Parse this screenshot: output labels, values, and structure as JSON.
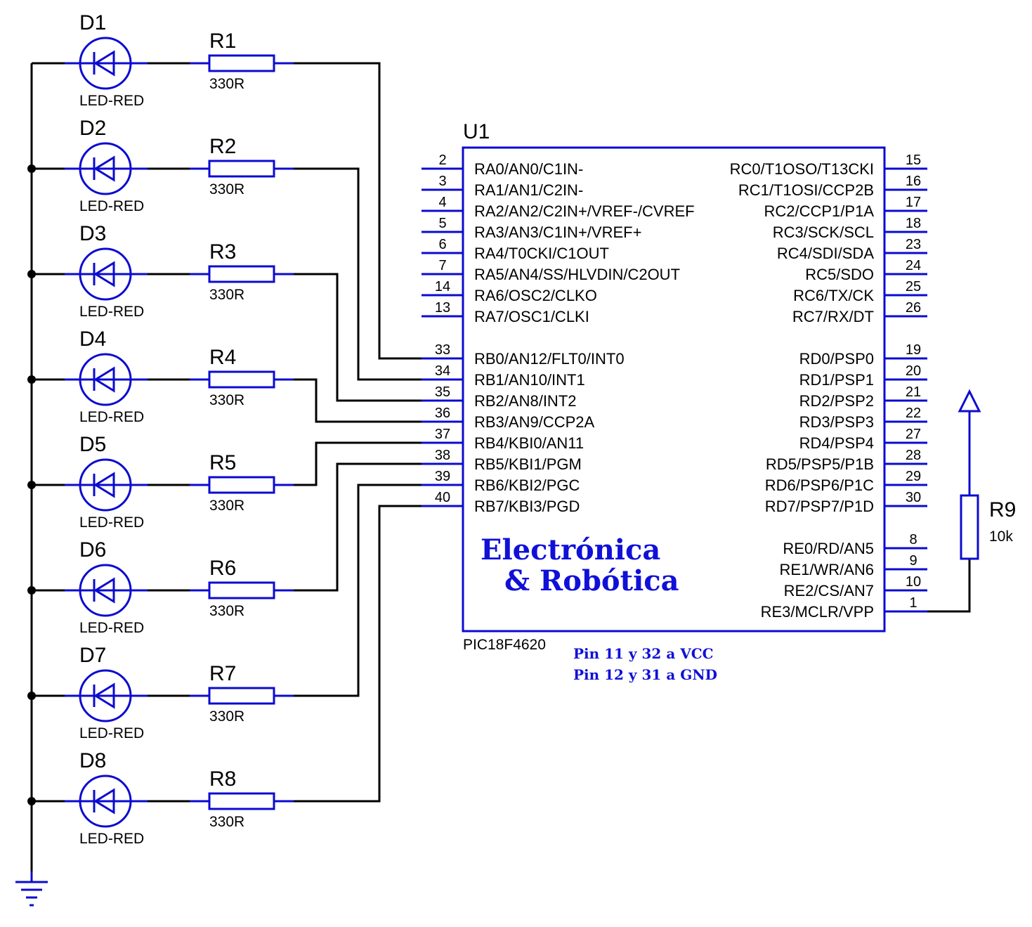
{
  "diagram": {
    "leds": [
      {
        "ref": "D1",
        "value": "LED-RED"
      },
      {
        "ref": "D2",
        "value": "LED-RED"
      },
      {
        "ref": "D3",
        "value": "LED-RED"
      },
      {
        "ref": "D4",
        "value": "LED-RED"
      },
      {
        "ref": "D5",
        "value": "LED-RED"
      },
      {
        "ref": "D6",
        "value": "LED-RED"
      },
      {
        "ref": "D7",
        "value": "LED-RED"
      },
      {
        "ref": "D8",
        "value": "LED-RED"
      }
    ],
    "resistors": [
      {
        "ref": "R1",
        "value": "330R"
      },
      {
        "ref": "R2",
        "value": "330R"
      },
      {
        "ref": "R3",
        "value": "330R"
      },
      {
        "ref": "R4",
        "value": "330R"
      },
      {
        "ref": "R5",
        "value": "330R"
      },
      {
        "ref": "R6",
        "value": "330R"
      },
      {
        "ref": "R7",
        "value": "330R"
      },
      {
        "ref": "R8",
        "value": "330R"
      }
    ],
    "pullup": {
      "ref": "R9",
      "value": "10k"
    },
    "mcu": {
      "ref": "U1",
      "part": "PIC18F4620",
      "left_pins": [
        {
          "num": "2",
          "name": "RA0/AN0/C1IN-"
        },
        {
          "num": "3",
          "name": "RA1/AN1/C2IN-"
        },
        {
          "num": "4",
          "name": "RA2/AN2/C2IN+/VREF-/CVREF"
        },
        {
          "num": "5",
          "name": "RA3/AN3/C1IN+/VREF+"
        },
        {
          "num": "6",
          "name": "RA4/T0CKI/C1OUT"
        },
        {
          "num": "7",
          "name": "RA5/AN4/SS/HLVDIN/C2OUT"
        },
        {
          "num": "14",
          "name": "RA6/OSC2/CLKO"
        },
        {
          "num": "13",
          "name": "RA7/OSC1/CLKI"
        },
        {
          "num": "33",
          "name": "RB0/AN12/FLT0/INT0"
        },
        {
          "num": "34",
          "name": "RB1/AN10/INT1"
        },
        {
          "num": "35",
          "name": "RB2/AN8/INT2"
        },
        {
          "num": "36",
          "name": "RB3/AN9/CCP2A"
        },
        {
          "num": "37",
          "name": "RB4/KBI0/AN11"
        },
        {
          "num": "38",
          "name": "RB5/KBI1/PGM"
        },
        {
          "num": "39",
          "name": "RB6/KBI2/PGC"
        },
        {
          "num": "40",
          "name": "RB7/KBI3/PGD"
        }
      ],
      "right_pins": [
        {
          "num": "15",
          "name": "RC0/T1OSO/T13CKI"
        },
        {
          "num": "16",
          "name": "RC1/T1OSI/CCP2B"
        },
        {
          "num": "17",
          "name": "RC2/CCP1/P1A"
        },
        {
          "num": "18",
          "name": "RC3/SCK/SCL"
        },
        {
          "num": "23",
          "name": "RC4/SDI/SDA"
        },
        {
          "num": "24",
          "name": "RC5/SDO"
        },
        {
          "num": "25",
          "name": "RC6/TX/CK"
        },
        {
          "num": "26",
          "name": "RC7/RX/DT"
        },
        {
          "num": "19",
          "name": "RD0/PSP0"
        },
        {
          "num": "20",
          "name": "RD1/PSP1"
        },
        {
          "num": "21",
          "name": "RD2/PSP2"
        },
        {
          "num": "22",
          "name": "RD3/PSP3"
        },
        {
          "num": "27",
          "name": "RD4/PSP4"
        },
        {
          "num": "28",
          "name": "RD5/PSP5/P1B"
        },
        {
          "num": "29",
          "name": "RD6/PSP6/P1C"
        },
        {
          "num": "30",
          "name": "RD7/PSP7/P1D"
        },
        {
          "num": "8",
          "name": "RE0/RD/AN5"
        },
        {
          "num": "9",
          "name": "RE1/WR/AN6"
        },
        {
          "num": "10",
          "name": "RE2/CS/AN7"
        },
        {
          "num": "1",
          "name": "RE3/MCLR/VPP"
        }
      ]
    },
    "brand_line1": "Electrónica",
    "brand_line2": "& Robótica",
    "note_vcc": "Pin 11 y 32 a VCC",
    "note_gnd": "Pin 12 y 31 a GND",
    "colors": {
      "component": "#0b0bd0",
      "wire": "#000000",
      "brand": "#1010d8"
    }
  }
}
